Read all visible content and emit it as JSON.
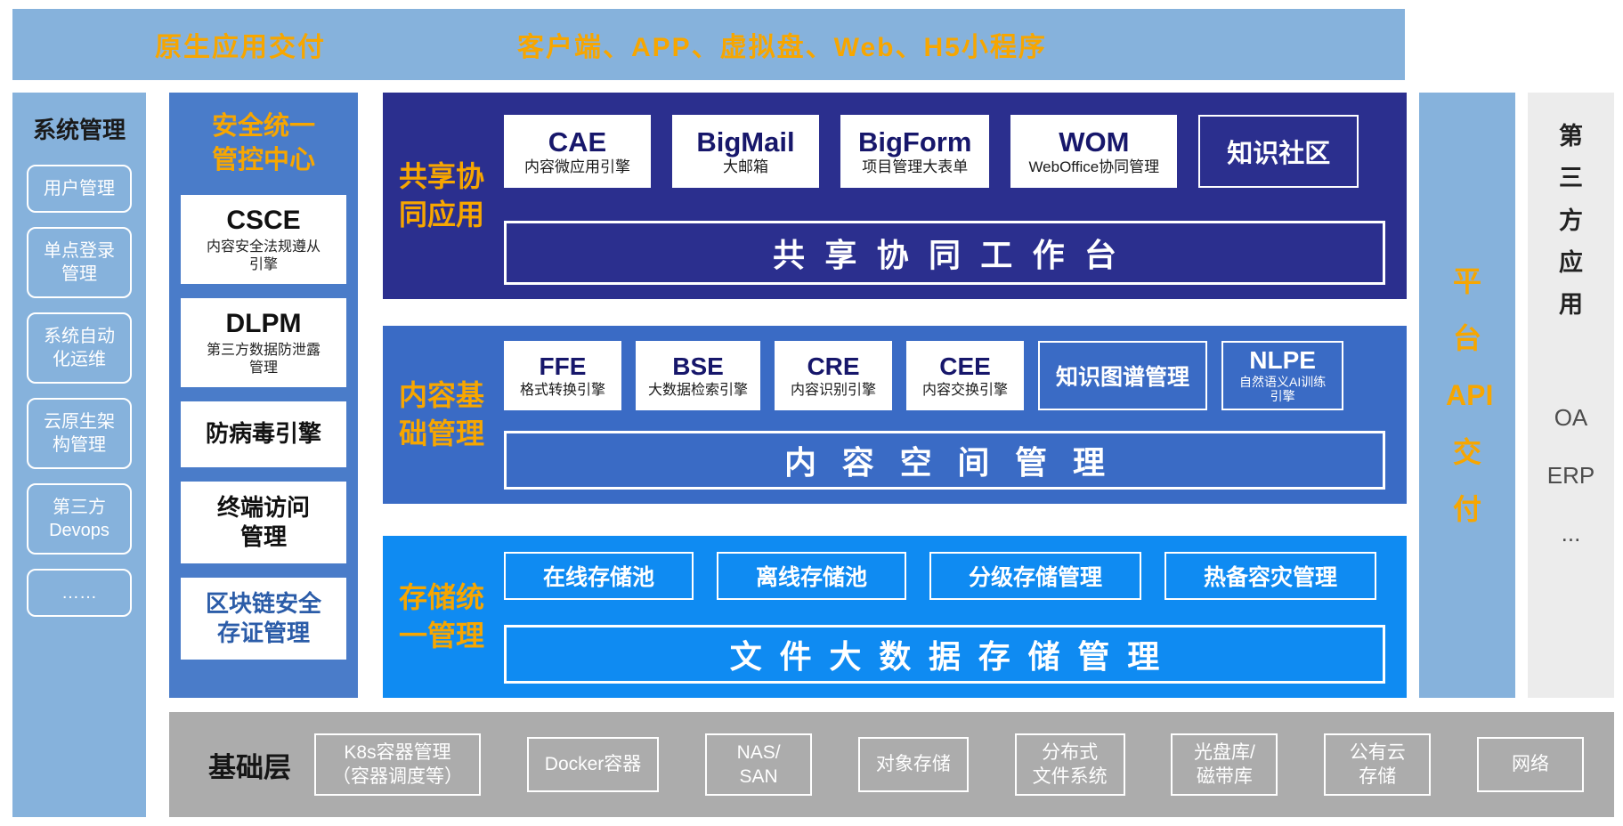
{
  "colors": {
    "lightblue": "#86B2DC",
    "midblue": "#4A7CC9",
    "indigo": "#2B2F8E",
    "bandblue": "#3A6BC5",
    "azure": "#0F8BF2",
    "orange": "#F7A600",
    "gray": "#ACACAC",
    "lightgray": "#ECECEC",
    "navy": "#17176B",
    "bluetext": "#2B5CA8"
  },
  "top_bar": {
    "left_label": "原生应用交付",
    "right_label": "客户端、APP、虚拟盘、Web、H5小程序"
  },
  "system_panel": {
    "title": "系统管理",
    "items": [
      "用户管理",
      "单点登录\n管理",
      "系统自动\n化运维",
      "云原生架\n构管理",
      "第三方\nDevops",
      "……"
    ]
  },
  "security_panel": {
    "title": "安全统一\n管控中心",
    "items": [
      {
        "name": "CSCE",
        "desc": "内容安全法规遵从\n引擎"
      },
      {
        "name": "DLPM",
        "desc": "第三方数据防泄露\n管理"
      },
      {
        "name": "防病毒引擎"
      },
      {
        "name": "终端访问\n管理"
      },
      {
        "name": "区块链安全\n存证管理"
      }
    ]
  },
  "shared_band": {
    "label": "共享协\n同应用",
    "boxes": [
      {
        "name": "CAE",
        "desc": "内容微应用引擎"
      },
      {
        "name": "BigMail",
        "desc": "大邮箱"
      },
      {
        "name": "BigForm",
        "desc": "项目管理大表单"
      },
      {
        "name": "WOM",
        "desc": "WebOffice协同管理"
      }
    ],
    "outline_box": "知识社区",
    "bar": "共享协同工作台"
  },
  "content_band": {
    "label": "内容基\n础管理",
    "boxes": [
      {
        "name": "FFE",
        "desc": "格式转换引擎"
      },
      {
        "name": "BSE",
        "desc": "大数据检索引擎"
      },
      {
        "name": "CRE",
        "desc": "内容识别引擎"
      },
      {
        "name": "CEE",
        "desc": "内容交换引擎"
      }
    ],
    "knowledge_graph": "知识图谱管理",
    "nlpe": {
      "name": "NLPE",
      "desc": "自然语义AI训练\n引擎"
    },
    "bar": "内容空间管理"
  },
  "storage_band": {
    "label": "存储统\n一管理",
    "boxes": [
      "在线存储池",
      "离线存储池",
      "分级存储管理",
      "热备容灾管理"
    ],
    "bar": "文件大数据存储管理"
  },
  "platform_api": {
    "label": "平台API交付"
  },
  "third_party": {
    "title": "第三方应用",
    "items": [
      "OA",
      "ERP",
      "..."
    ]
  },
  "base_layer": {
    "title": "基础层",
    "items": [
      "K8s容器管理\n（容器调度等）",
      "Docker容器",
      "NAS/\nSAN",
      "对象存储",
      "分布式\n文件系统",
      "光盘库/\n磁带库",
      "公有云\n存储",
      "网络"
    ]
  }
}
